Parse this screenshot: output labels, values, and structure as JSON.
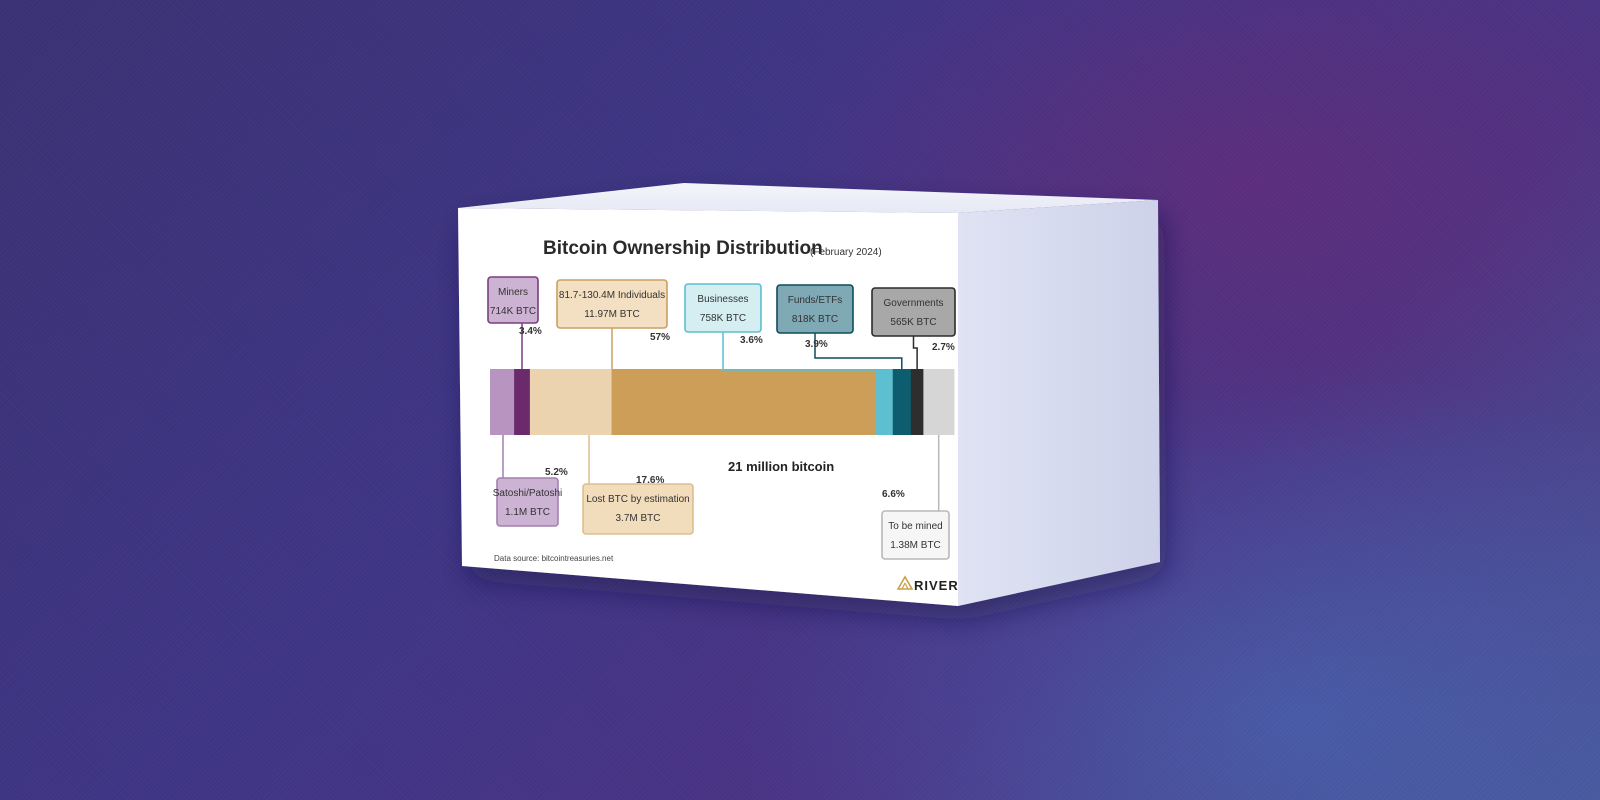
{
  "chart_data": {
    "type": "bar",
    "title": "Bitcoin Ownership Distribution",
    "subtitle": "(February 2024)",
    "total_label": "21 million bitcoin",
    "source": "Data source: bitcointreasuries.net",
    "logo": "RIVER",
    "unit": "percent of 21 million bitcoin",
    "segments": [
      {
        "name": "Satoshi/Patoshi",
        "value_label": "1.1M BTC",
        "percent": 5.2,
        "percent_label": "5.2%",
        "color": "#b795c0",
        "position": "below"
      },
      {
        "name": "Miners",
        "value_label": "714K BTC",
        "percent": 3.4,
        "percent_label": "3.4%",
        "color": "#6b2a6c",
        "position": "above"
      },
      {
        "name": "Lost BTC by estimation",
        "value_label": "3.7M BTC",
        "percent": 17.6,
        "percent_label": "17.6%",
        "color": "#ecd3b0",
        "position": "below"
      },
      {
        "name": "81.7-130.4M Individuals",
        "value_label": "11.97M BTC",
        "percent": 57,
        "percent_label": "57%",
        "color": "#cc9e57",
        "position": "above"
      },
      {
        "name": "Businesses",
        "value_label": "758K BTC",
        "percent": 3.6,
        "percent_label": "3.6%",
        "color": "#5dbfcf",
        "position": "above"
      },
      {
        "name": "Funds/ETFs",
        "value_label": "818K BTC",
        "percent": 3.9,
        "percent_label": "3.9%",
        "color": "#0e5d6e",
        "position": "above"
      },
      {
        "name": "Governments",
        "value_label": "565K BTC",
        "percent": 2.7,
        "percent_label": "2.7%",
        "color": "#2e2e2e",
        "position": "above"
      },
      {
        "name": "To be mined",
        "value_label": "1.38M BTC",
        "percent": 6.6,
        "percent_label": "6.6%",
        "color": "#d6d6d6",
        "position": "below"
      }
    ],
    "label_styles": {
      "Miners": {
        "fill": "#ccb3d3",
        "stroke": "#7a3e7d"
      },
      "81.7-130.4M Individuals": {
        "fill": "#f3dfc2",
        "stroke": "#c9a064"
      },
      "Businesses": {
        "fill": "#d5eef2",
        "stroke": "#5dbfcf"
      },
      "Funds/ETFs": {
        "fill": "#7ea9b5",
        "stroke": "#0e4d5c"
      },
      "Governments": {
        "fill": "#a8a8a8",
        "stroke": "#2b2b2b"
      },
      "Satoshi/Patoshi": {
        "fill": "#ccb3d3",
        "stroke": "#a57fb0"
      },
      "Lost BTC by estimation": {
        "fill": "#f1dcbc",
        "stroke": "#ddbf8e"
      },
      "To be mined": {
        "fill": "#f6f6f6",
        "stroke": "#b8b8b8"
      }
    },
    "legend_placement": "callout boxes above and below bar",
    "grid": false
  }
}
